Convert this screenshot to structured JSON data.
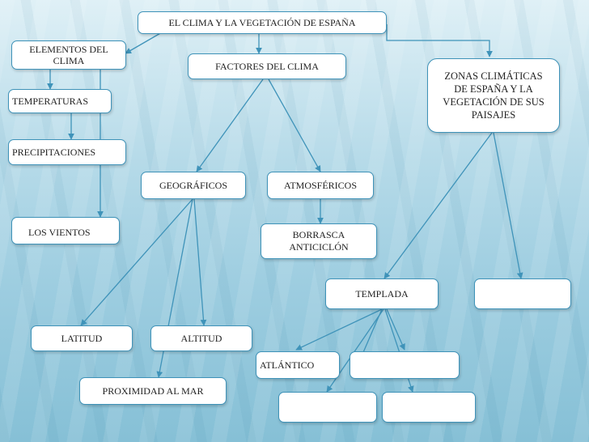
{
  "diagram": {
    "title": "EL CLIMA Y LA VEGETACIÓN DE ESPAÑA",
    "elementos": "ELEMENTOS DEL CLIMA",
    "factores": "FACTORES DEL CLIMA",
    "zonas": "ZONAS CLIMÁTICAS DE ESPAÑA Y LA VEGETACIÓN DE SUS PAISAJES",
    "temperaturas": "TEMPERATURAS",
    "precipitaciones": "PRECIPITACIONES",
    "vientos": "LOS VIENTOS",
    "geograficos": "GEOGRÁFICOS",
    "atmosfericos": "ATMOSFÉRICOS",
    "borrasca": "BORRASCA ANTICICLÓN",
    "templada": "TEMPLADA",
    "zona_vacia": "",
    "latitud": "LATITUD",
    "altitud": "ALTITUD",
    "proximidad": "PROXIMIDAD AL MAR",
    "atlantico": "ATLÁNTICO",
    "clima_vacio_1": "",
    "clima_vacio_2": "",
    "clima_vacio_3": ""
  },
  "colors": {
    "border": "#3f93b9",
    "line": "#3f93b9"
  }
}
